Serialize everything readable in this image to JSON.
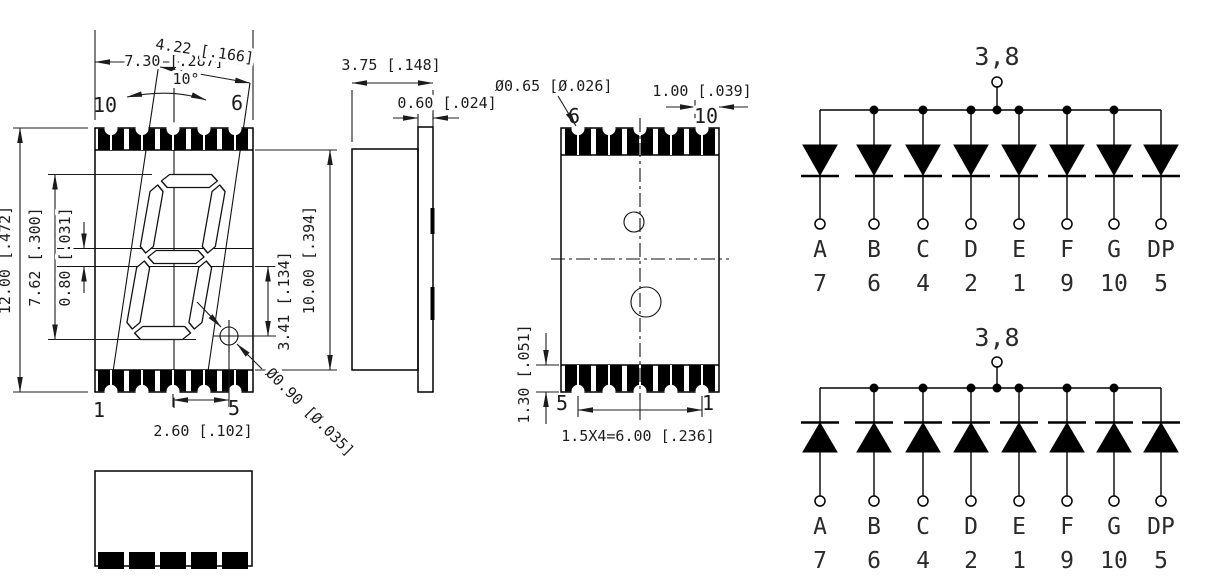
{
  "front_view": {
    "dim_width": "7.30 [.287]",
    "dim_slant_length": "4.22 [.166]",
    "dim_angle": "10°",
    "pin_top_left": "10",
    "pin_top_right": "6",
    "dim_total_height": "12.00 [.472]",
    "dim_digit_height": "7.62 [.300]",
    "dim_mid_gap": "0.80 [.031]",
    "dim_dp_to_mid": "3.41 [.134]",
    "dim_body_height": "10.00 [.394]",
    "pin_bottom_left": "1",
    "pin_bottom_right": "5",
    "dim_dp_offset": "2.60 [.102]",
    "dim_dp_diameter": "Ø0.90 [Ø.035]"
  },
  "side_view": {
    "dim_total_depth": "3.75 [.148]",
    "dim_plate_depth": "0.60 [.024]"
  },
  "back_view": {
    "dim_castellation_dia": "Ø0.65 [Ø.026]",
    "dim_pad_width": "1.00 [.039]",
    "pin_top_left": "6",
    "pin_top_right": "10",
    "dim_pad_height": "1.30 [.051]",
    "pin_bottom_left": "5",
    "pin_bottom_right": "1",
    "dim_pin_pitch": "1.5X4=6.00 [.236]"
  },
  "circuits": {
    "common_pins_label": "3,8",
    "segment_labels": [
      "A",
      "B",
      "C",
      "D",
      "E",
      "F",
      "G",
      "DP"
    ],
    "pin_numbers": [
      "7",
      "6",
      "4",
      "2",
      "1",
      "9",
      "10",
      "5"
    ]
  }
}
